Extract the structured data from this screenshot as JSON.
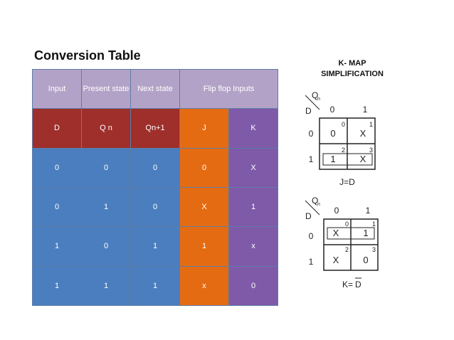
{
  "title": "Conversion Table",
  "table": {
    "headers": [
      {
        "label": "Input"
      },
      {
        "label": "Present state"
      },
      {
        "label": "Next state"
      },
      {
        "label": "Flip flop Inputs"
      }
    ],
    "labels": [
      "D",
      "Q n",
      "Qn+1",
      "J",
      "K"
    ],
    "rows": [
      [
        "0",
        "0",
        "0",
        "0",
        "X"
      ],
      [
        "0",
        "1",
        "0",
        "X",
        "1"
      ],
      [
        "1",
        "0",
        "1",
        "1",
        "x"
      ],
      [
        "1",
        "1",
        "1",
        "x",
        "0"
      ]
    ]
  },
  "kmap": {
    "title_line1": "K- MAP",
    "title_line2": "SIMPLIFICATION",
    "maps": [
      {
        "row_var": "D",
        "col_var": "Q",
        "col_var_sub": "n",
        "col_headers": [
          "0",
          "1"
        ],
        "row_headers": [
          "0",
          "1"
        ],
        "cells": [
          [
            "0",
            "X"
          ],
          [
            "1",
            "X"
          ]
        ],
        "indices": [
          [
            "0",
            "1"
          ],
          [
            "2",
            "3"
          ]
        ],
        "result": "J=D"
      },
      {
        "row_var": "D",
        "col_var": "Q",
        "col_var_sub": "n",
        "col_headers": [
          "0",
          "1"
        ],
        "row_headers": [
          "0",
          "1"
        ],
        "cells": [
          [
            "X",
            "1"
          ],
          [
            "X",
            "0"
          ]
        ],
        "indices": [
          [
            "0",
            "1"
          ],
          [
            "2",
            "3"
          ]
        ],
        "result_prefix": "K=",
        "result_bar": "D"
      }
    ]
  },
  "colors": {
    "header": "#b3a2c7",
    "red": "#9e2f2a",
    "blue": "#4a7ebf",
    "orange": "#e56b12",
    "purple": "#7f5aa9"
  }
}
